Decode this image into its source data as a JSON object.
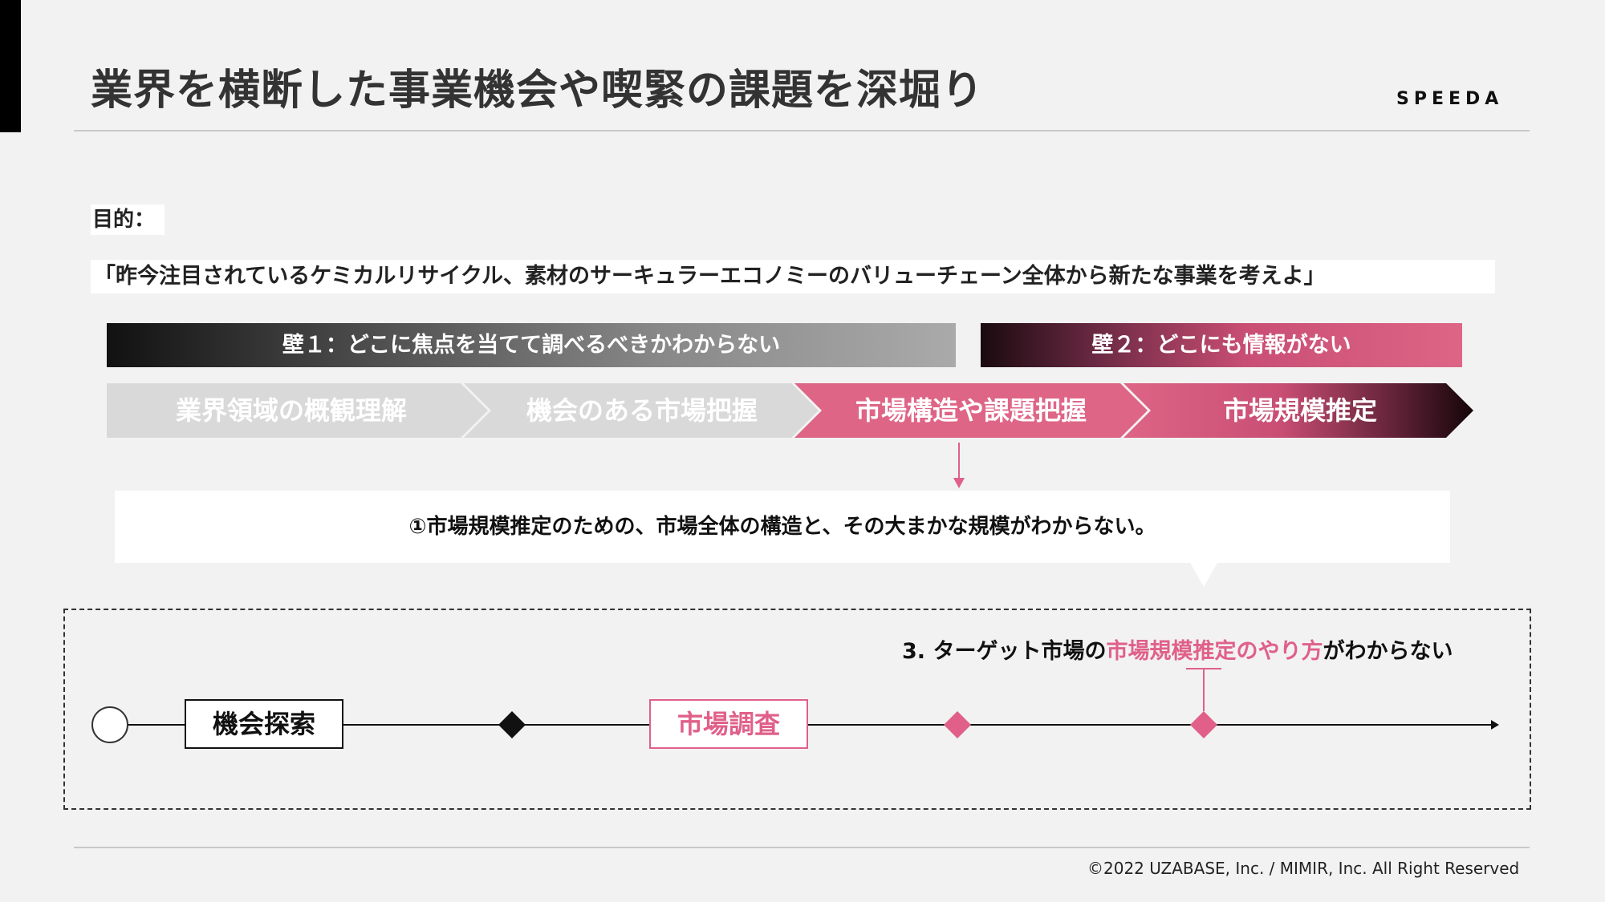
{
  "header": {
    "title": "業界を横断した事業機会や喫緊の課題を深堀り",
    "brand": "SPEEDA"
  },
  "purpose": {
    "label": "目的：",
    "text": "「昨今注目されているケミカルリサイクル、素材のサーキュラーエコノミーのバリューチェーン全体から新たな事業を考えよ」"
  },
  "walls": [
    {
      "label": "壁１：どこに焦点を当てて調べるべきかわからない"
    },
    {
      "label": "壁２：どこにも情報がない"
    }
  ],
  "steps": [
    {
      "label": "業界領域の概観理解",
      "state": "inactive"
    },
    {
      "label": "機会のある市場把握",
      "state": "inactive"
    },
    {
      "label": "市場構造や課題把握",
      "state": "active"
    },
    {
      "label": "市場規模推定",
      "state": "active-dark"
    }
  ],
  "callout": {
    "text": "①市場規模推定のための、市場全体の構造と、その大まかな規模がわからない。"
  },
  "timeline": {
    "issue_prefix": "3. ターゲット市場の",
    "issue_highlight": "市場規模推定のやり方",
    "issue_suffix": "がわからない",
    "nodes": [
      {
        "label": "機会探索"
      },
      {
        "label": "市場調査"
      }
    ]
  },
  "footer": {
    "copyright": "©2022 UZABASE, Inc. / MIMIR, Inc. All Right Reserved"
  },
  "colors": {
    "accent_pink": "#e0608a",
    "dark": "#111111",
    "inactive_grey": "#d9d9d9"
  }
}
